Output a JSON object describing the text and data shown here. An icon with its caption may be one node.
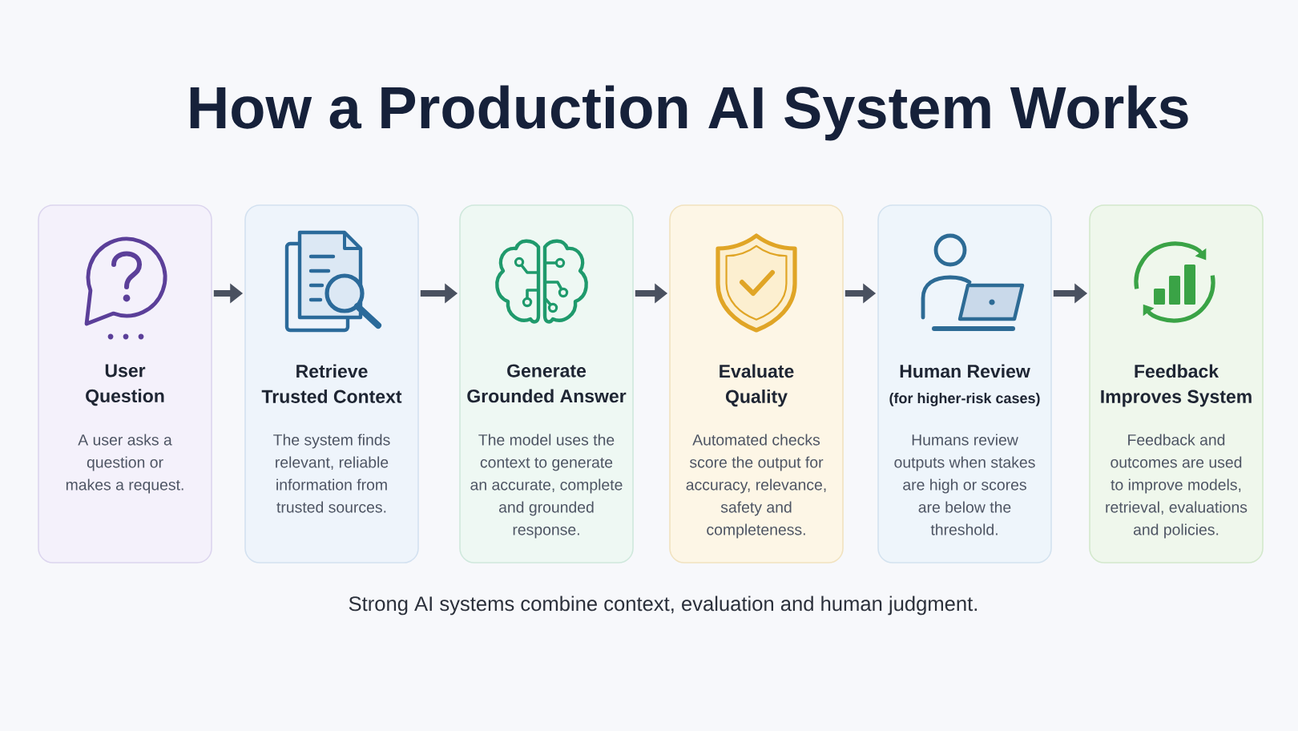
{
  "diagram": {
    "title": "How a Production AI System Works",
    "caption": "Strong AI systems combine context, evaluation and human judgment.",
    "nodes": [
      {
        "text": [
          "User Question",
          "A user asks a question or makes a request."
        ]
      },
      {
        "text": [
          "Retrieve Trusted Context",
          "The system finds relevant, reliable information from trusted sources."
        ]
      },
      {
        "text": [
          "Generate Grounded Answer",
          "The model uses the context to generate an accurate, complete and grounded response."
        ]
      },
      {
        "text": [
          "Evaluate Quality",
          "Automated checks score the output for accuracy, relevance, safety and completeness."
        ]
      },
      {
        "text": [
          "Human Review",
          "(for higher-risk cases)",
          "Humans review outputs when stakes are high or scores are below the threshold."
        ]
      },
      {
        "text": [
          "Feedback Improves System",
          "Feedback and outcomes are used to improve models, retrieval, evaluations and policies."
        ]
      }
    ],
    "edges": [
      {
        "from": 0,
        "to": 1,
        "arrow": "to"
      },
      {
        "from": 1,
        "to": 2,
        "arrow": "to"
      },
      {
        "from": 2,
        "to": 3,
        "arrow": "to"
      },
      {
        "from": 3,
        "to": 4,
        "arrow": "to"
      },
      {
        "from": 4,
        "to": 5,
        "arrow": "to"
      }
    ]
  }
}
